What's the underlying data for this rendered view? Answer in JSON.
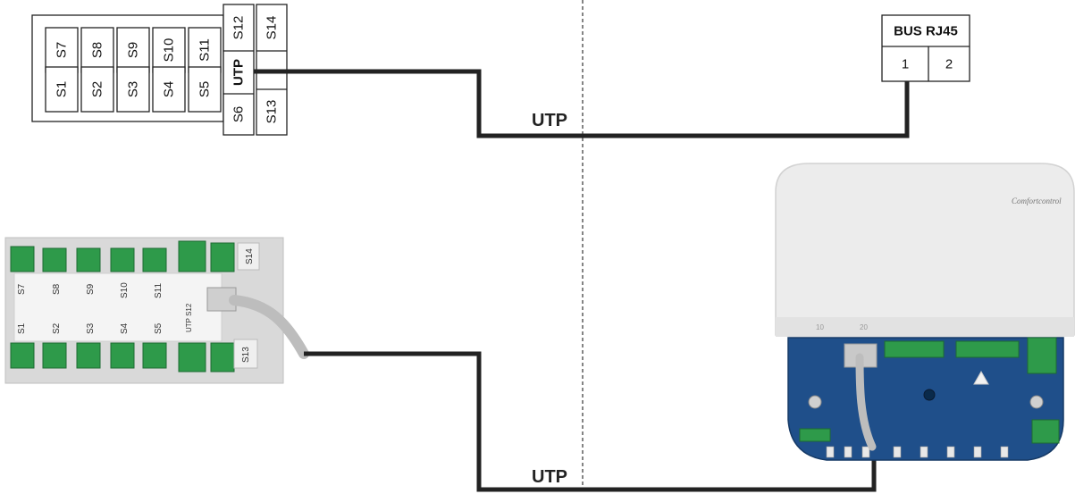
{
  "terminal_block": {
    "top_row": [
      "S7",
      "S8",
      "S9",
      "S10",
      "S11"
    ],
    "bottom_row": [
      "S1",
      "S2",
      "S3",
      "S4",
      "S5"
    ],
    "col_a": {
      "top": "S12",
      "mid": "UTP",
      "bottom": "S6"
    },
    "col_b": {
      "top": "S14",
      "bottom": "S13"
    }
  },
  "bus_box": {
    "title": "BUS RJ45",
    "pin1": "1",
    "pin2": "2"
  },
  "cable_labels": {
    "top": "UTP",
    "bottom": "UTP"
  },
  "photo_left": {
    "labels_top": [
      "S7",
      "S8",
      "S9",
      "S10",
      "S11",
      "S14"
    ],
    "labels_bottom": [
      "S1",
      "S2",
      "S3",
      "S4",
      "S5",
      "S13"
    ],
    "utp_label": "UTP S12"
  },
  "photo_right": {
    "brand": "Comfortcontrol",
    "scale_marks": [
      "10",
      "20"
    ]
  },
  "colors": {
    "wire": "#222222",
    "device_blue": "#1f4f8a",
    "terminal_green": "#2e9a4a",
    "device_cover": "#ececec"
  }
}
